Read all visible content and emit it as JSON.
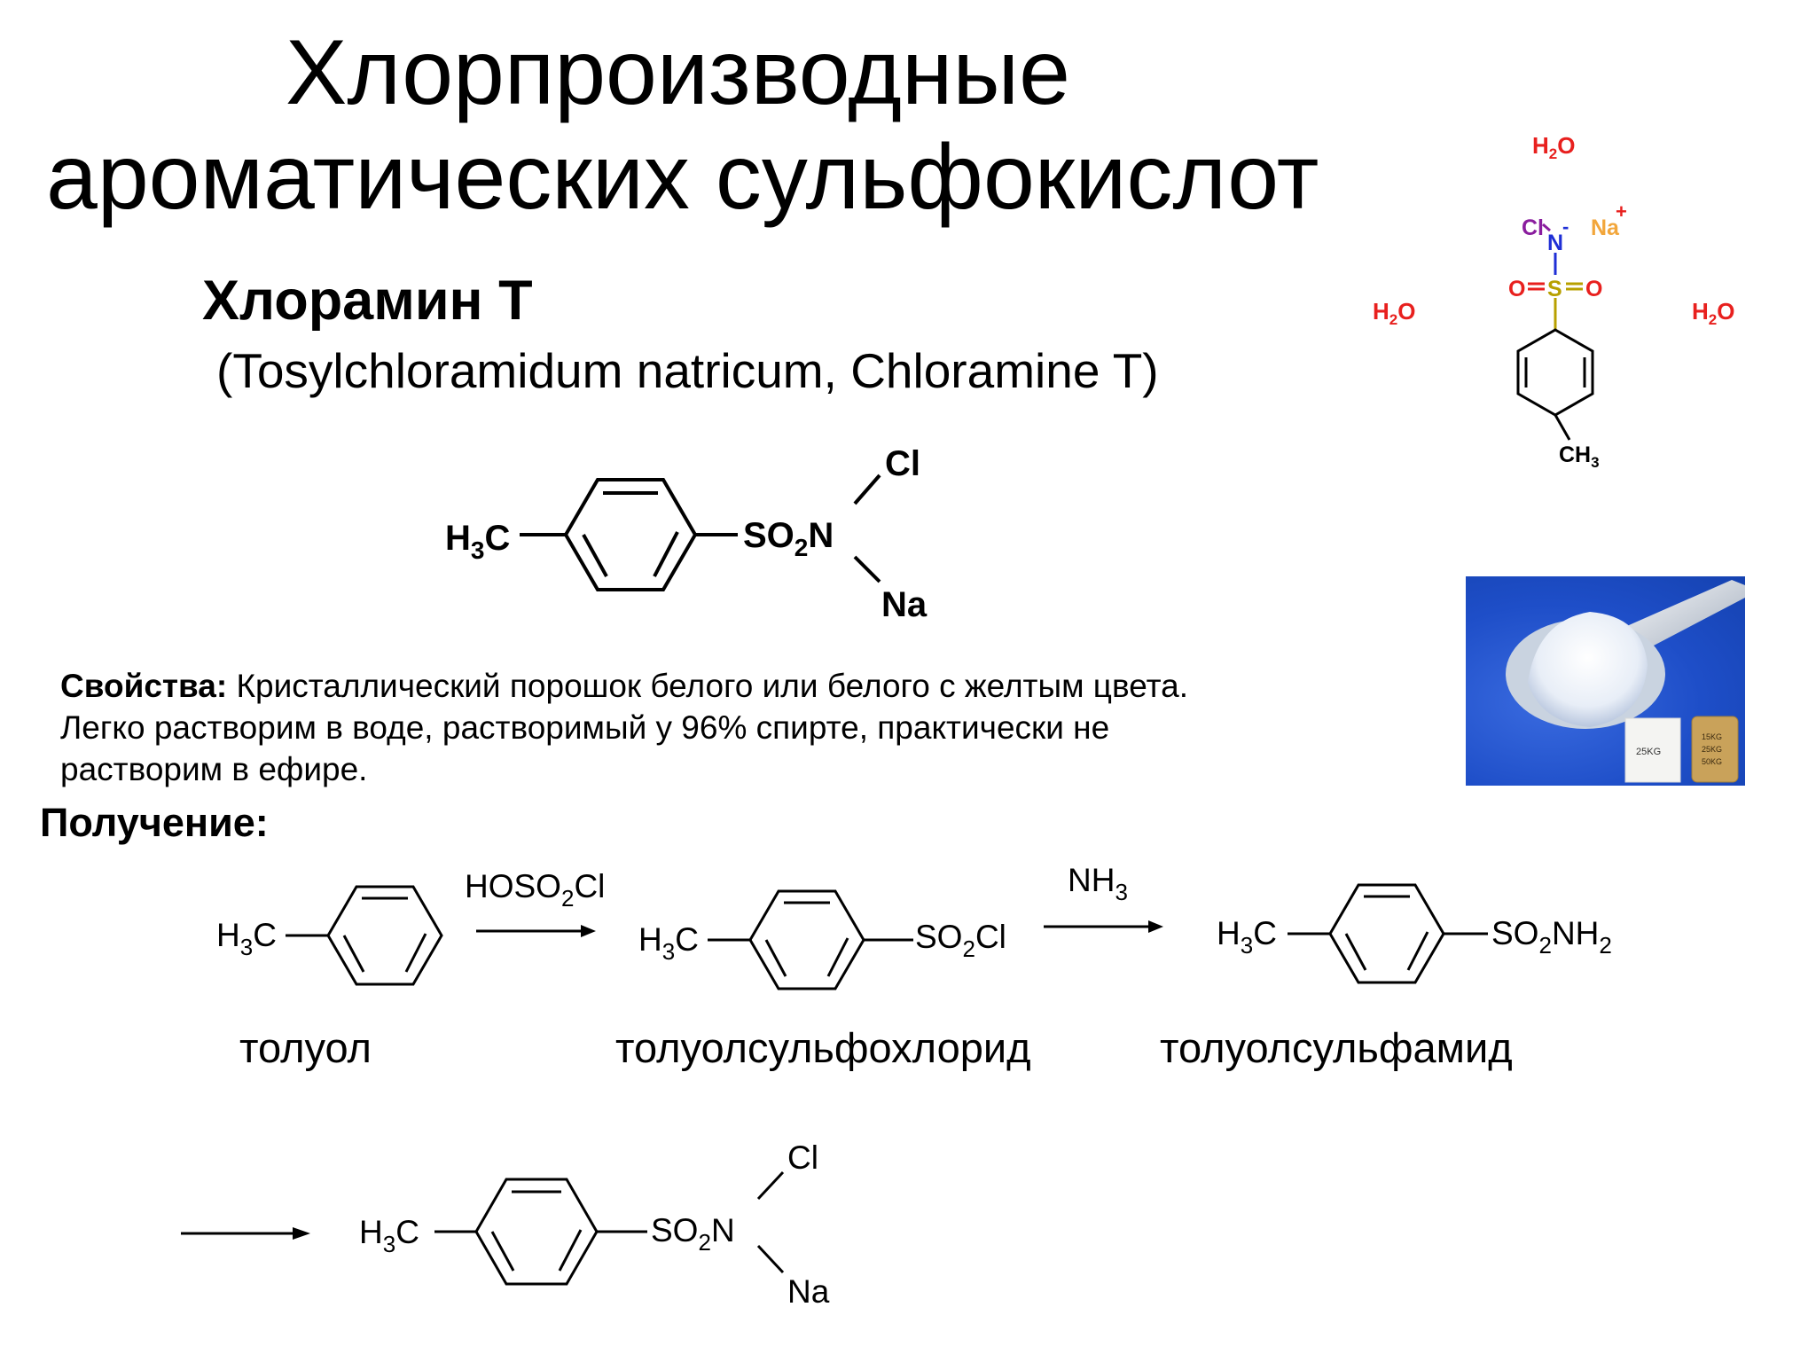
{
  "title": {
    "line1": "Хлорпроизводные",
    "line2": "ароматических сульфокислот"
  },
  "compound": {
    "name": "Хлорамин Т",
    "latin": "(Tosylchloramidum natricum, Chloramine T)"
  },
  "structure_labels": {
    "h3c": "H3C",
    "so2n": "SO2N",
    "cl": "Cl",
    "na": "Na",
    "h2o": "H2O",
    "ch3": "CH3",
    "na_plus": "Na+",
    "n_minus": "N-",
    "s": "S",
    "o": "O"
  },
  "properties": {
    "label": "Свойства:",
    "line1": "Кристаллический порошок белого или белого с желтым цвета.",
    "line2": "Легко растворим в воде, растворимый у 96% спирте, практически не",
    "line3": "растворим в ефире."
  },
  "synthesis": {
    "heading": "Получение:",
    "reagent1": "HOSO2Cl",
    "reagent2": "NH3",
    "product1_group": "SO2Cl",
    "product2_group": "SO2NH2",
    "name1": "толуол",
    "name2": "толуолсульфохлорид",
    "name3": "толуолсульфамид"
  },
  "photo": {
    "bag_label": "25KG",
    "drum_labels": [
      "15KG",
      "25KG",
      "50KG"
    ]
  },
  "colors": {
    "water": "#e8201e",
    "chlorine": "#8a1d9e",
    "nitrogen": "#1f2fd6",
    "sodium": "#f2a63b",
    "sulfur": "#b8a000",
    "oxygen": "#e8201e",
    "photo_bg": "#1e4ec8"
  }
}
